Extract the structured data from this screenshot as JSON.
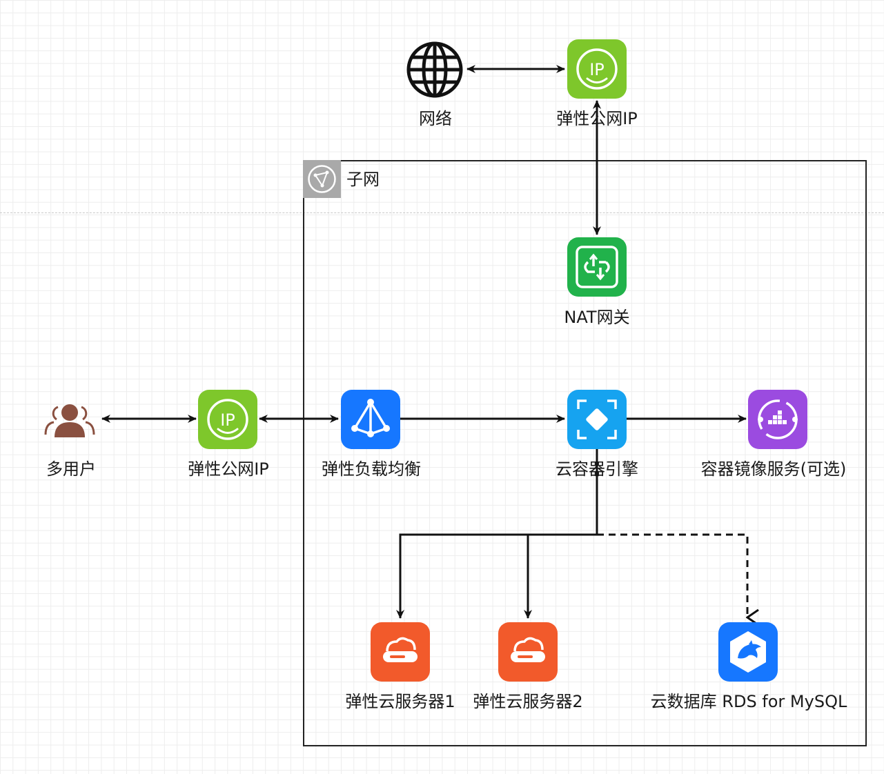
{
  "subnet": {
    "label": "子网"
  },
  "nodes": {
    "internet": {
      "label": "网络",
      "icon": "globe-icon"
    },
    "eip_top": {
      "label": "弹性公网IP",
      "icon": "eip-icon",
      "color": "#7ec72b"
    },
    "nat": {
      "label": "NAT网关",
      "icon": "nat-gateway-icon",
      "color": "#21b24b"
    },
    "users": {
      "label": "多用户",
      "icon": "users-icon",
      "color": "#8a5040"
    },
    "eip_left": {
      "label": "弹性公网IP",
      "icon": "eip-icon",
      "color": "#7ec72b"
    },
    "elb": {
      "label": "弹性负载均衡",
      "icon": "load-balancer-icon",
      "color": "#1677ff"
    },
    "cce": {
      "label": "云容器引擎",
      "icon": "container-engine-icon",
      "color": "#16a3f0"
    },
    "swr": {
      "label": "容器镜像服务(可选)",
      "icon": "container-registry-icon",
      "color": "#9b4be0"
    },
    "ecs1": {
      "label": "弹性云服务器1",
      "icon": "server-icon",
      "color": "#f25a2b"
    },
    "ecs2": {
      "label": "弹性云服务器2",
      "icon": "server-icon",
      "color": "#f25a2b"
    },
    "rds": {
      "label": "云数据库 RDS for MySQL",
      "icon": "mysql-dolphin-icon",
      "color": "#1677ff"
    }
  }
}
